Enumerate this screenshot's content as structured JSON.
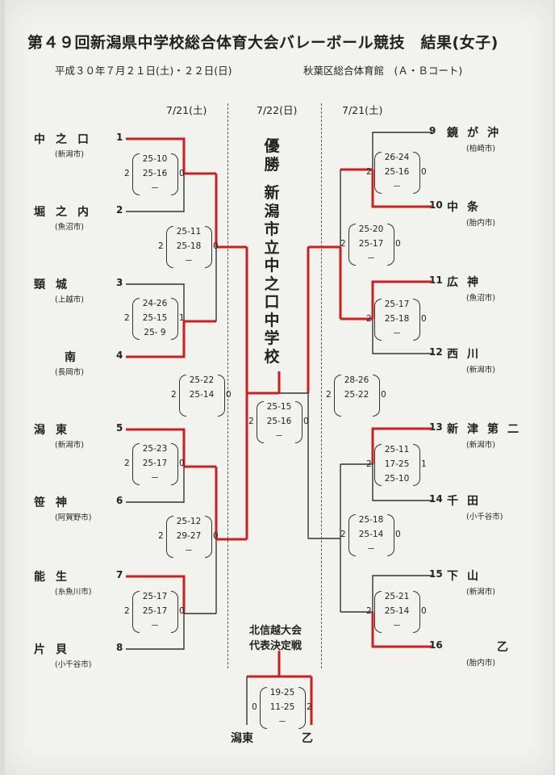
{
  "title": "第４９回新潟県中学校総合体育大会バレーボール競技　結果(女子)",
  "subtitle_dates": "平成３０年７月２１日(土)・２２日(日)",
  "subtitle_venue": "秋葉区総合体育館　(Ａ・Ｂコート)",
  "date_left": "7/21(土)",
  "date_center": "7/22(日)",
  "date_right": "7/21(土)",
  "champion_label": "優勝",
  "champion_name": "新潟市立中之口中学校",
  "left_teams": [
    {
      "seed": "1",
      "name": "中之口",
      "city": "(新潟市)"
    },
    {
      "seed": "2",
      "name": "堀之内",
      "city": "(魚沼市)"
    },
    {
      "seed": "3",
      "name": "頸城",
      "city": "(上越市)"
    },
    {
      "seed": "4",
      "name": "南",
      "city": "(長岡市)"
    },
    {
      "seed": "5",
      "name": "潟東",
      "city": "(新潟市)"
    },
    {
      "seed": "6",
      "name": "笹神",
      "city": "(阿賀野市)"
    },
    {
      "seed": "7",
      "name": "能生",
      "city": "(糸魚川市)"
    },
    {
      "seed": "8",
      "name": "片貝",
      "city": "(小千谷市)"
    }
  ],
  "right_teams": [
    {
      "seed": "9",
      "name": "鏡が沖",
      "city": "(柏崎市)"
    },
    {
      "seed": "10",
      "name": "中条",
      "city": "(胎内市)"
    },
    {
      "seed": "11",
      "name": "広神",
      "city": "(魚沼市)"
    },
    {
      "seed": "12",
      "name": "西川",
      "city": "(新潟市)"
    },
    {
      "seed": "13",
      "name": "新津第二",
      "city": "(新潟市)"
    },
    {
      "seed": "14",
      "name": "千田",
      "city": "(小千谷市)"
    },
    {
      "seed": "15",
      "name": "下山",
      "city": "(新潟市)"
    },
    {
      "seed": "16",
      "name": "乙",
      "city": "(胎内市)"
    }
  ],
  "scores": {
    "m1": {
      "a": "2",
      "b": "0",
      "sets": [
        "25-10",
        "25-16",
        "－"
      ]
    },
    "m2": {
      "a": "2",
      "b": "1",
      "sets": [
        "24-26",
        "25-15",
        "25- 9"
      ]
    },
    "m3": {
      "a": "2",
      "b": "0",
      "sets": [
        "25-23",
        "25-17",
        "－"
      ]
    },
    "m4": {
      "a": "2",
      "b": "0",
      "sets": [
        "25-17",
        "25-17",
        "－"
      ]
    },
    "m5": {
      "a": "2",
      "b": "0",
      "sets": [
        "25-11",
        "25-18",
        "－"
      ]
    },
    "m6": {
      "a": "2",
      "b": "0",
      "sets": [
        "25-12",
        "29-27",
        "－"
      ]
    },
    "m7": {
      "a": "2",
      "b": "0",
      "sets": [
        "25-22",
        "25-14",
        ""
      ]
    },
    "m8": {
      "a": "2",
      "b": "0",
      "sets": [
        "26-24",
        "25-16",
        "－"
      ]
    },
    "m9": {
      "a": "2",
      "b": "0",
      "sets": [
        "25-17",
        "25-18",
        "－"
      ]
    },
    "m10": {
      "a": "2",
      "b": "1",
      "sets": [
        "25-11",
        "17-25",
        "25-10"
      ]
    },
    "m11": {
      "a": "2",
      "b": "0",
      "sets": [
        "25-21",
        "25-14",
        "－"
      ]
    },
    "m12": {
      "a": "2",
      "b": "0",
      "sets": [
        "25-20",
        "25-17",
        "－"
      ]
    },
    "m13": {
      "a": "2",
      "b": "0",
      "sets": [
        "25-18",
        "25-14",
        "－"
      ]
    },
    "m14": {
      "a": "2",
      "b": "0",
      "sets": [
        "28-26",
        "25-22",
        ""
      ]
    },
    "final": {
      "a": "2",
      "b": "0",
      "sets": [
        "25-15",
        "25-16",
        "－"
      ]
    },
    "playoff": {
      "a": "0",
      "b": "2",
      "sets": [
        "19-25",
        "11-25",
        "－"
      ]
    }
  },
  "playoff_label_1": "北信越大会",
  "playoff_label_2": "代表決定戦",
  "playoff_left": "潟東",
  "playoff_right": "乙",
  "colors": {
    "winner_line": "#cc1f24",
    "loser_line": "#333333"
  }
}
